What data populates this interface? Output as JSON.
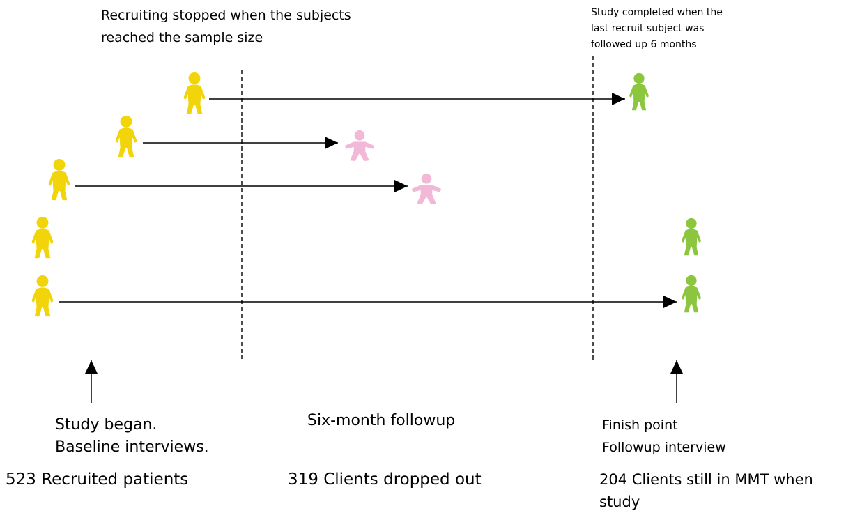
{
  "annotations": {
    "recruiting_stopped": "Recruiting stopped when the subjects\nreached the sample size",
    "study_completed": "Study completed when the\nlast recruit subject was\nfollowed up 6 months"
  },
  "milestones": {
    "study_began": "Study began.\nBaseline interviews.",
    "six_month": "Six-month followup",
    "finish_point": "Finish point\nFollowup interview"
  },
  "counts": {
    "recruited": "523 Recruited patients",
    "dropped_out": "319 Clients dropped out",
    "still_in_mmt": "204 Clients still in MMT when study"
  },
  "colors": {
    "recruited": "#f2d40a",
    "dropped_out": "#f2b8d8",
    "retained": "#8cc63f",
    "line": "#000000"
  },
  "figures": [
    {
      "group": "recruited",
      "icon": "person-yellow-icon"
    },
    {
      "group": "recruited",
      "icon": "person-yellow-icon"
    },
    {
      "group": "recruited",
      "icon": "person-yellow-icon"
    },
    {
      "group": "recruited",
      "icon": "person-yellow-icon"
    },
    {
      "group": "recruited",
      "icon": "person-yellow-icon"
    },
    {
      "group": "dropped_out",
      "icon": "person-pink-icon"
    },
    {
      "group": "dropped_out",
      "icon": "person-pink-icon"
    },
    {
      "group": "retained",
      "icon": "person-green-icon"
    },
    {
      "group": "retained",
      "icon": "person-green-icon"
    },
    {
      "group": "retained",
      "icon": "person-green-icon"
    }
  ]
}
